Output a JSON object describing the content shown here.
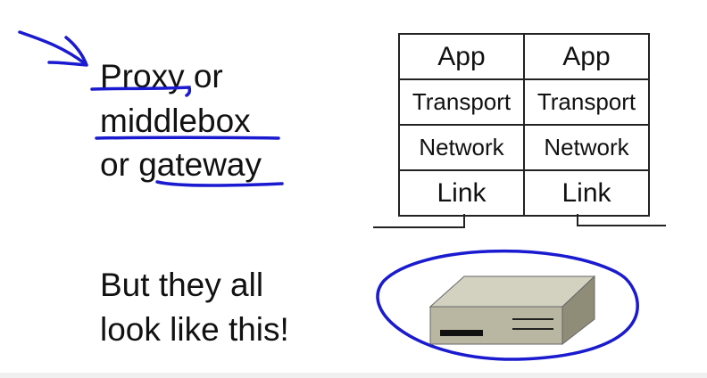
{
  "colors": {
    "background": "#ffffff",
    "text": "#111111",
    "annotation_ink": "#1a1ad0",
    "device_body": "#b9b7a2",
    "device_top": "#d3d2c0",
    "device_side": "#8f8d78"
  },
  "left_text": {
    "line1_word": "Proxy",
    "line1_rest": " or",
    "line2": "middlebox",
    "line3_prefix": "or ",
    "line3_word": "gateway",
    "bottom_line1": "But they all",
    "bottom_line2": "look like this!"
  },
  "stack": {
    "layers": [
      {
        "left": "App",
        "right": "App"
      },
      {
        "left": "Transport",
        "right": "Transport"
      },
      {
        "left": "Network",
        "right": "Network"
      },
      {
        "left": "Link",
        "right": "Link"
      }
    ]
  },
  "icons": {
    "arrow": "hand-drawn-arrow-icon",
    "device": "network-box-icon"
  }
}
